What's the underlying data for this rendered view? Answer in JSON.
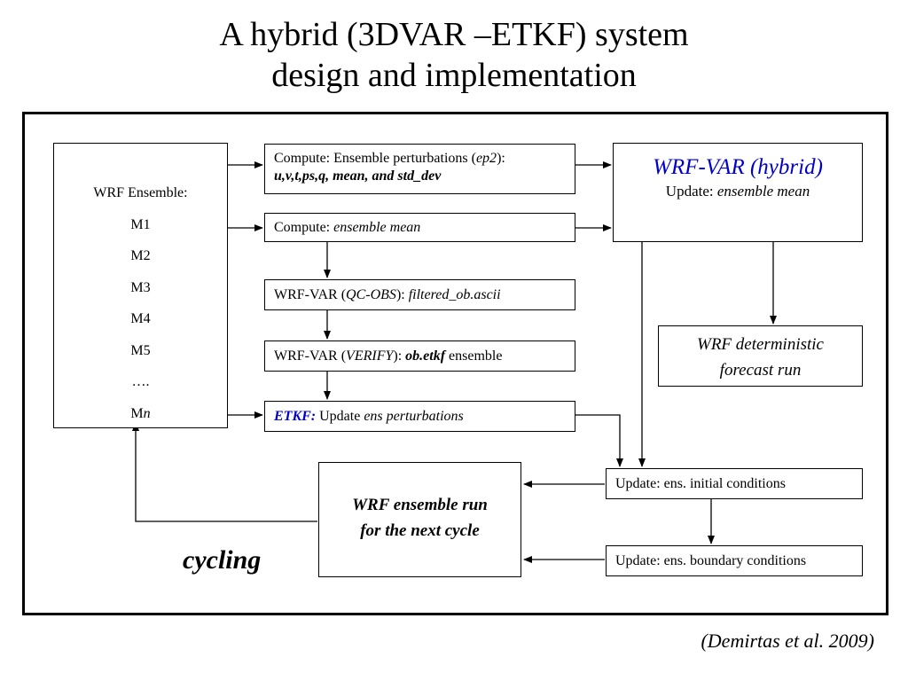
{
  "title": {
    "line1": "A hybrid (3DVAR –ETKF) system",
    "line2": "design and implementation"
  },
  "ensemble": {
    "label": "WRF Ensemble:",
    "members": [
      "M1",
      "M2",
      "M3",
      "M4",
      "M5",
      "…."
    ],
    "last_prefix": "M",
    "last_suffix": "n"
  },
  "boxes": {
    "perturb": {
      "prefix": "Compute: Ensemble perturbations (",
      "ep": "ep2",
      "suffix": "):",
      "vars": "u,v,t,ps,q, mean, and std_dev"
    },
    "mean": {
      "prefix": "Compute: ",
      "value": "ensemble mean"
    },
    "qcobs": {
      "prefix": "WRF-VAR (",
      "mode": "QC-OBS",
      "mid": "): ",
      "file": "filtered_ob.ascii"
    },
    "verify": {
      "prefix": "WRF-VAR (",
      "mode": "VERIFY",
      "mid": "): ",
      "file": "ob.etkf",
      "suffix": " ensemble"
    },
    "etkf": {
      "label": "ETKF:",
      "mid": " Update ",
      "value": "ens perturbations"
    },
    "hybrid": {
      "title": "WRF-VAR (hybrid)",
      "prefix": "Update: ",
      "value": "ensemble mean"
    },
    "deterministic": {
      "line1": "WRF deterministic",
      "line2": "forecast run"
    },
    "ens_ic": {
      "text": "Update: ens. initial conditions"
    },
    "ens_bc": {
      "text": "Update: ens. boundary conditions"
    },
    "ens_run": {
      "line1": "WRF ensemble run",
      "line2": "for the next cycle"
    }
  },
  "cycling_label": "cycling",
  "citation": "(Demirtas et al. 2009)",
  "colors": {
    "accent": "#0000cc"
  }
}
